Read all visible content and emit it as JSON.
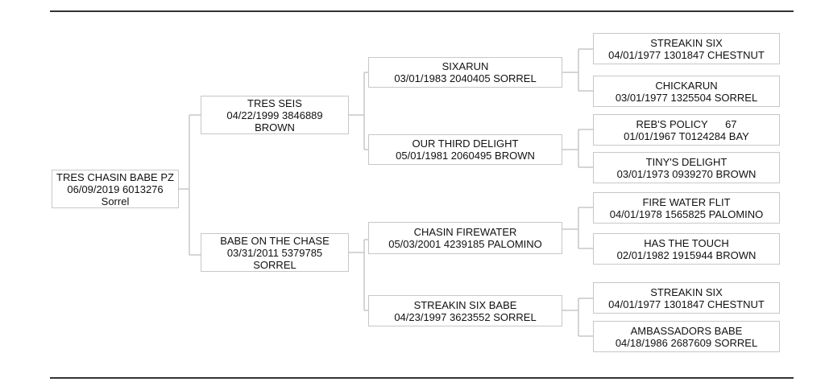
{
  "pedigree": {
    "subject": {
      "name": "TRES CHASIN BABE PZ",
      "info": "06/09/2019 6013276",
      "color": "Sorrel"
    },
    "sire": {
      "name": "TRES SEIS",
      "info": "04/22/1999 3846889",
      "color": "BROWN"
    },
    "dam": {
      "name": "BABE ON THE CHASE",
      "info": "03/31/2011 5379785",
      "color": "SORREL"
    },
    "gen3": [
      {
        "name": "SIXARUN",
        "info": "03/01/1983 2040405 SORREL"
      },
      {
        "name": "OUR THIRD DELIGHT",
        "info": "05/01/1981 2060495 BROWN"
      },
      {
        "name": "CHASIN FIREWATER",
        "info": "05/03/2001 4239185 PALOMINO"
      },
      {
        "name": "STREAKIN SIX BABE",
        "info": "04/23/1997 3623552 SORREL"
      }
    ],
    "gen4": [
      {
        "name": "STREAKIN SIX",
        "info": "04/01/1977 1301847 CHESTNUT"
      },
      {
        "name": "CHICKARUN",
        "info": "03/01/1977 1325504 SORREL"
      },
      {
        "name": "REB'S POLICY      67",
        "info": "01/01/1967 T0124284 BAY"
      },
      {
        "name": "TINY'S DELIGHT",
        "info": "03/01/1973 0939270 BROWN"
      },
      {
        "name": "FIRE WATER FLIT",
        "info": "04/01/1978 1565825 PALOMINO"
      },
      {
        "name": "HAS THE TOUCH",
        "info": "02/01/1982 1915944 BROWN"
      },
      {
        "name": "STREAKIN SIX",
        "info": "04/01/1977 1301847 CHESTNUT"
      },
      {
        "name": "AMBASSADORS BABE",
        "info": "04/18/1986 2687609 SORREL"
      }
    ]
  }
}
